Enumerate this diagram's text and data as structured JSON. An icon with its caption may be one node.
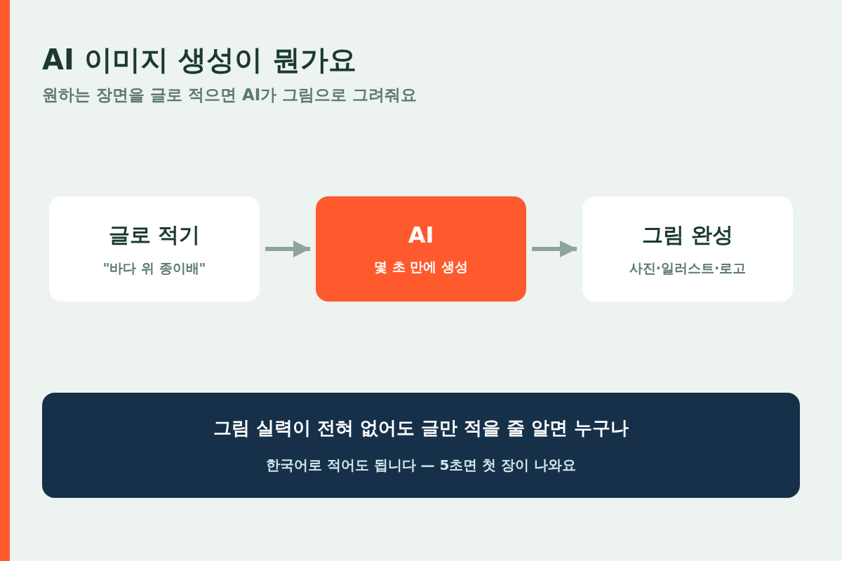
{
  "diagram": {
    "title": "AI 이미지 생성이 뭔가요",
    "caption": "원하는 장면을 글로 적으면 AI가 그림으로 그려줘요",
    "nodes": [
      {
        "text": [
          "글로 적기",
          "\"바다 위 종이배\""
        ]
      },
      {
        "text": [
          "AI",
          "몇 초 만에 생성"
        ]
      },
      {
        "text": [
          "그림 완성",
          "사진·일러스트·로고"
        ]
      },
      {
        "text": [
          "그림 실력이 전혀 없어도 글만 적을 줄 알면 누구나",
          "한국어로 적어도 됩니다 — 5초면 첫 장이 나와요"
        ]
      }
    ],
    "edges": [
      {
        "from": 0,
        "to": 1,
        "arrow": "to"
      },
      {
        "from": 1,
        "to": 2,
        "arrow": "to"
      }
    ]
  }
}
